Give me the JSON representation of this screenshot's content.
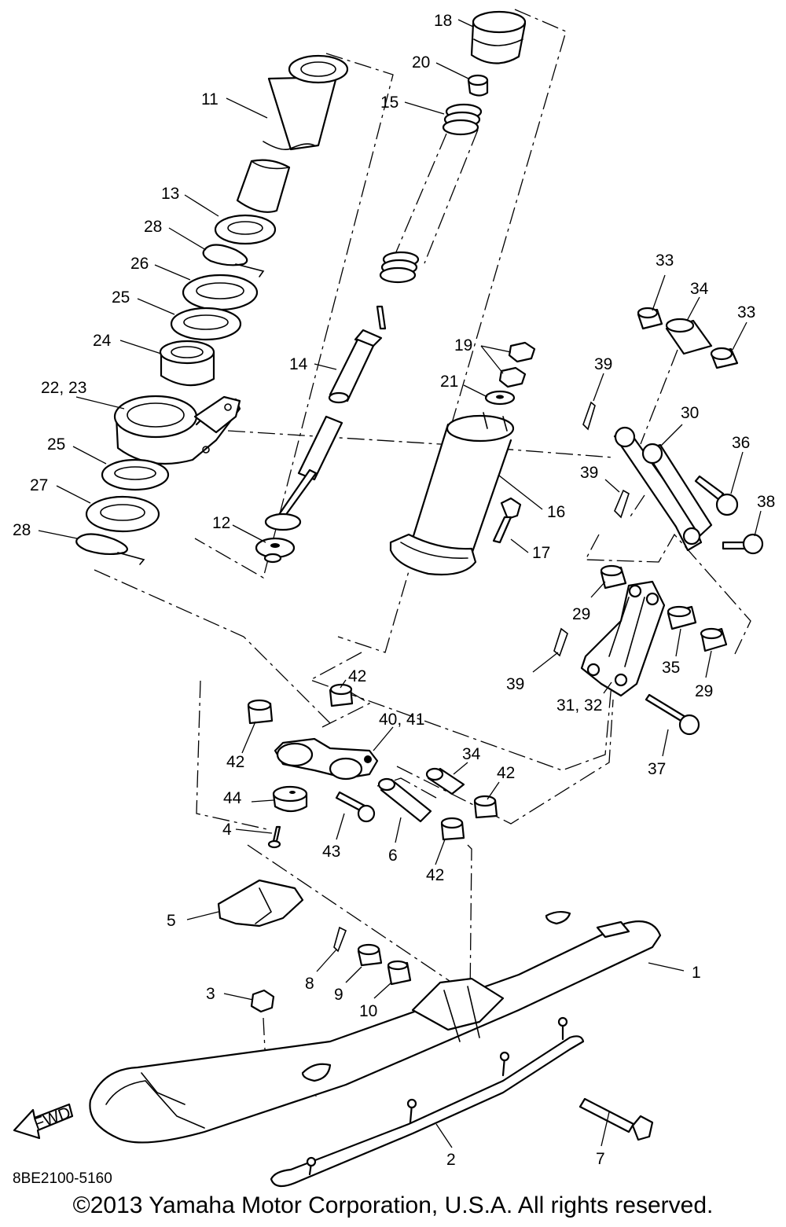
{
  "diagram_code": "8BE2100-5160",
  "copyright": "©2013 Yamaha Motor Corporation, U.S.A. All rights reserved.",
  "fwd_label": "FWD",
  "callouts": {
    "c1": "1",
    "c2": "2",
    "c3": "3",
    "c4": "4",
    "c5": "5",
    "c6": "6",
    "c7": "7",
    "c8": "8",
    "c9": "9",
    "c10": "10",
    "c11": "11",
    "c12": "12",
    "c13": "13",
    "c14": "14",
    "c15": "15",
    "c16": "16",
    "c17": "17",
    "c18": "18",
    "c19": "19",
    "c20": "20",
    "c21": "21",
    "c22_23": "22, 23",
    "c24": "24",
    "c25a": "25",
    "c25b": "25",
    "c26": "26",
    "c27": "27",
    "c28a": "28",
    "c28b": "28",
    "c29a": "29",
    "c29b": "29",
    "c30": "30",
    "c31_32": "31, 32",
    "c33a": "33",
    "c33b": "33",
    "c34a": "34",
    "c34b": "34",
    "c35": "35",
    "c36": "36",
    "c37": "37",
    "c38": "38",
    "c39a": "39",
    "c39b": "39",
    "c39c": "39",
    "c40_41": "40, 41",
    "c42a": "42",
    "c42b": "42",
    "c42c": "42",
    "c42d": "42",
    "c43": "43",
    "c44": "44"
  }
}
